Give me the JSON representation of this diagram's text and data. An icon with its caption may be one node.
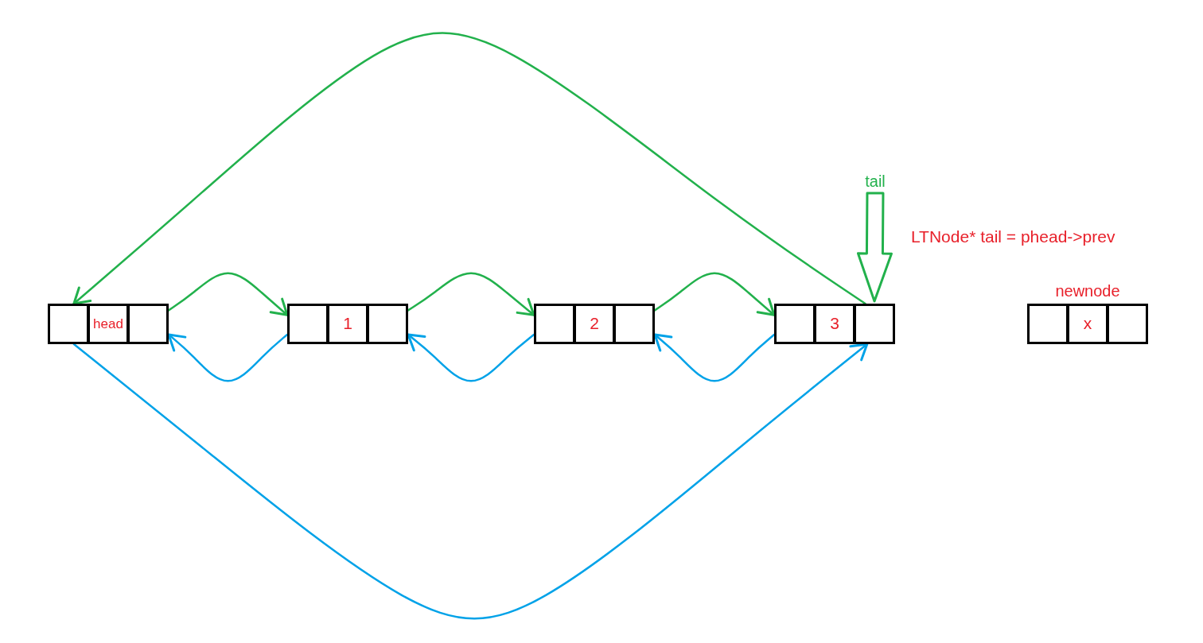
{
  "diagram": {
    "nodes": [
      {
        "text": [
          "tail"
        ]
      },
      {
        "text": [],
        "shape": "box"
      },
      {
        "text": [],
        "shape": "box",
        "in": 1
      },
      {
        "text": [
          "head"
        ],
        "in": 1
      },
      {
        "text": [],
        "shape": "box",
        "in": 1
      },
      {
        "text": [],
        "shape": "box"
      },
      {
        "text": [],
        "shape": "box",
        "in": 5
      },
      {
        "text": [
          "1"
        ],
        "in": 5
      },
      {
        "text": [],
        "shape": "box",
        "in": 5
      },
      {
        "text": [],
        "shape": "box"
      },
      {
        "text": [],
        "shape": "box",
        "in": 9
      },
      {
        "text": [
          "2"
        ],
        "in": 9
      },
      {
        "text": [],
        "shape": "box",
        "in": 9
      },
      {
        "text": [],
        "shape": "box"
      },
      {
        "text": [],
        "shape": "box",
        "in": 13
      },
      {
        "text": [
          "3"
        ],
        "in": 13
      },
      {
        "text": [],
        "shape": "box",
        "in": 13
      },
      {
        "text": [
          "newnode"
        ]
      },
      {
        "text": [],
        "shape": "box",
        "in": 17
      },
      {
        "text": [
          "x"
        ],
        "in": 17
      },
      {
        "text": [],
        "shape": "box",
        "in": 17
      }
    ],
    "edges": [
      {
        "from": 4,
        "to": 6,
        "arrow": "to"
      },
      {
        "from": 6,
        "to": 4,
        "arrow": "to",
        "color": "#00a2e8"
      },
      {
        "from": 8,
        "to": 10,
        "arrow": "to"
      },
      {
        "from": 10,
        "to": 8,
        "arrow": "to",
        "color": "#00a2e8"
      },
      {
        "from": 12,
        "to": 14,
        "arrow": "to"
      },
      {
        "from": 14,
        "to": 12,
        "arrow": "to",
        "color": "#00a2e8"
      },
      {
        "from": 16,
        "to": 2,
        "arrow": "to"
      },
      {
        "from": 2,
        "to": 16,
        "arrow": "to",
        "color": "#00a2e8"
      },
      {
        "from": 0,
        "to": 16,
        "arrow": "to",
        "style": "thick"
      }
    ],
    "labels": [
      "LTNode* tail = phead->prev"
    ]
  }
}
